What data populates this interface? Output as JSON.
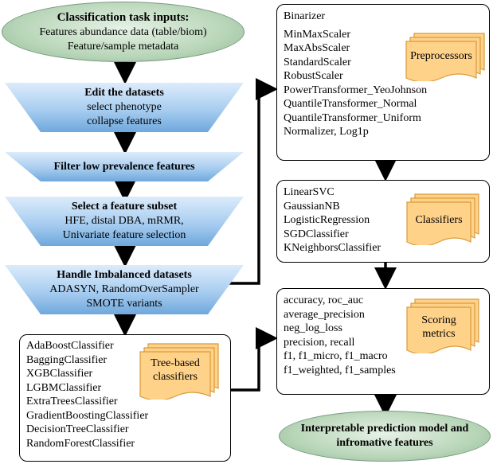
{
  "inputs": {
    "title": "Classification task inputs:",
    "line1": "Features abundance data (table/biom)",
    "line2": "Feature/sample metadata"
  },
  "steps": [
    {
      "title": "Edit the datasets",
      "lines": [
        "select phenotype",
        "collapse features"
      ]
    },
    {
      "title": "Filter low prevalence features",
      "lines": []
    },
    {
      "title": "Select a feature subset",
      "lines": [
        "HFE, distal DBA,  mRMR,",
        "Univariate feature selection"
      ]
    },
    {
      "title": "Handle Imbalanced datasets",
      "lines": [
        "ADASYN, RandomOverSampler",
        "SMOTE variants"
      ]
    }
  ],
  "tree_panel": {
    "label": "Tree-based classifiers",
    "items": [
      "AdaBoostClassifier",
      "BaggingClassifier",
      "XGBClassifier",
      "LGBMClassifier",
      "ExtraTreesClassifier",
      "GradientBoostingClassifier",
      "DecisionTreeClassifier",
      "RandomForestClassifier"
    ]
  },
  "preprocessors_panel": {
    "label": "Preprocessors",
    "items": [
      "Binarizer",
      "MinMaxScaler",
      "MaxAbsScaler",
      "StandardScaler",
      "RobustScaler",
      "PowerTransformer_YeoJohnson",
      "QuantileTransformer_Normal",
      "QuantileTransformer_Uniform",
      "Normalizer, Log1p"
    ]
  },
  "classifiers_panel": {
    "label": "Classifiers",
    "items": [
      "LinearSVC",
      "GaussianNB",
      "LogisticRegression",
      "SGDClassifier",
      "KNeighborsClassifier"
    ]
  },
  "scoring_panel": {
    "label_line1": "Scoring",
    "label_line2": "metrics",
    "items": [
      "accuracy, roc_auc",
      "average_precision",
      "neg_log_loss",
      "precision, recall",
      "f1, f1_micro, f1_macro",
      "f1_weighted, f1_samples"
    ]
  },
  "output": {
    "line1": "Interpretable prediction model and",
    "line2": "infromative features"
  },
  "colors": {
    "ellipse": "#b9d6b9",
    "trapezoid": "#a8cdf0",
    "doc_fill": "#ffd28a",
    "doc_stroke": "#d99a3a"
  }
}
